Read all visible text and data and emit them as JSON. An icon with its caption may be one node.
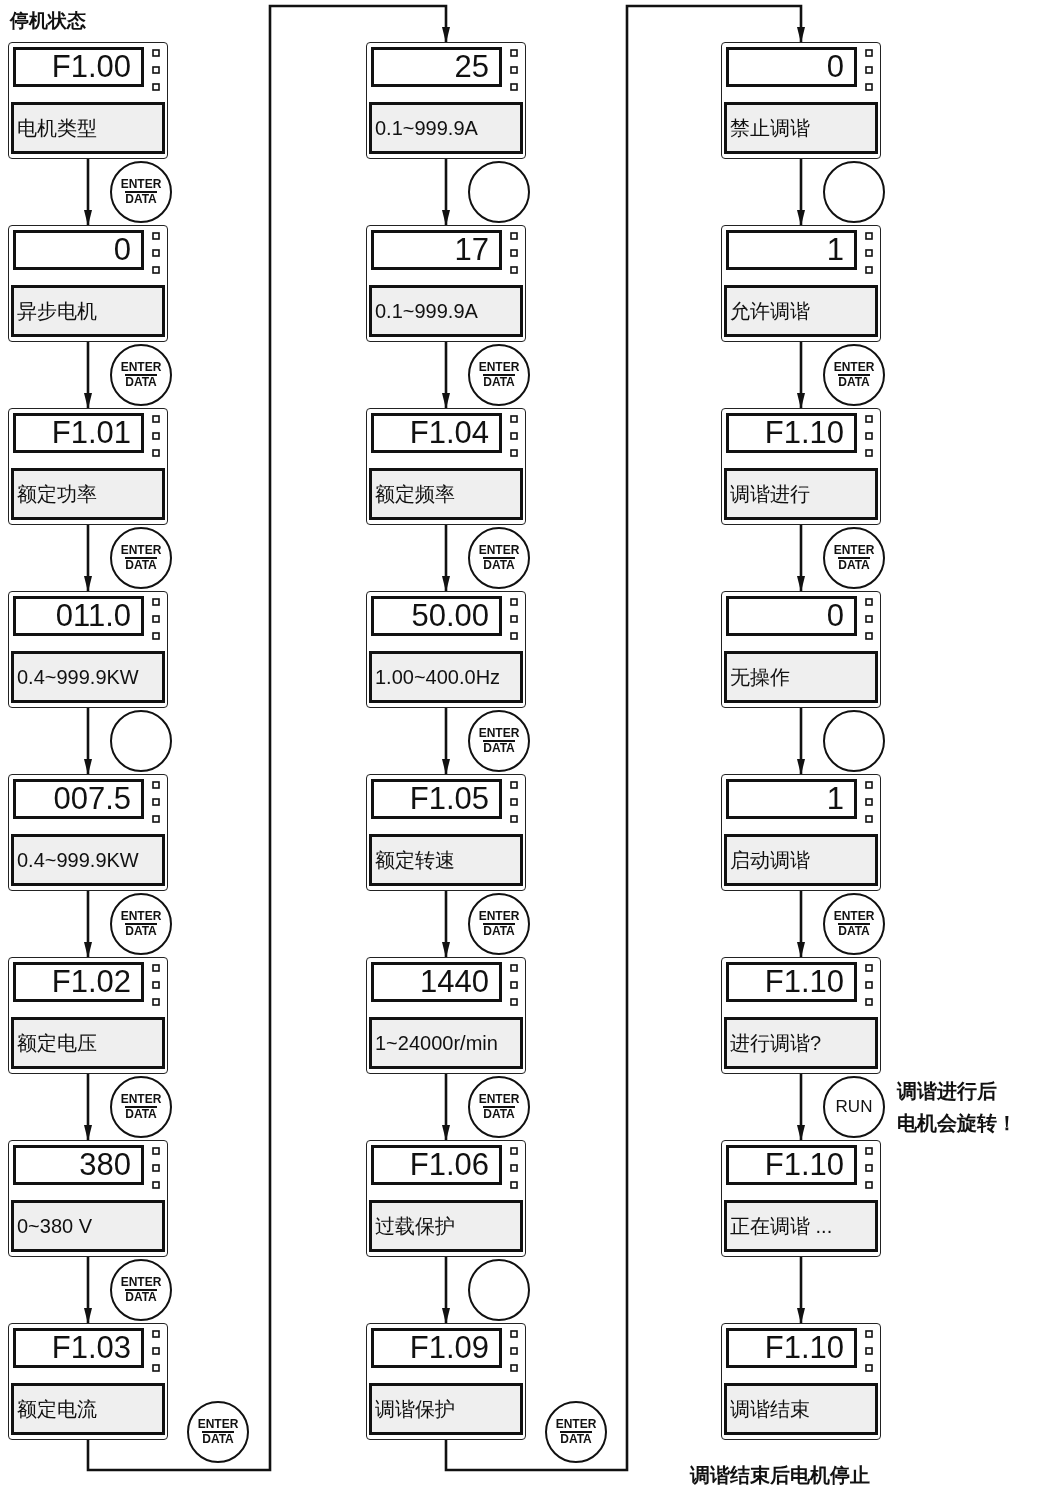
{
  "diagram": {
    "title": "停机状态",
    "nodes": [
      {
        "text": [
          "F1.00",
          "电机类型"
        ]
      },
      {
        "text": [
          "ENTER",
          "DATA"
        ]
      },
      {
        "text": [
          "0",
          "异步电机"
        ]
      },
      {
        "text": [
          "ENTER",
          "DATA"
        ]
      },
      {
        "text": [
          "F1.01",
          "额定功率"
        ]
      },
      {
        "text": [
          "ENTER",
          "DATA"
        ]
      },
      {
        "text": [
          "011.0",
          "0.4~999.9KW"
        ]
      },
      {
        "text": [],
        "shape": "circle"
      },
      {
        "text": [
          "007.5",
          "0.4~999.9KW"
        ]
      },
      {
        "text": [
          "ENTER",
          "DATA"
        ]
      },
      {
        "text": [
          "F1.02",
          "额定电压"
        ]
      },
      {
        "text": [
          "ENTER",
          "DATA"
        ]
      },
      {
        "text": [
          "380",
          "0~380 V"
        ]
      },
      {
        "text": [
          "ENTER",
          "DATA"
        ]
      },
      {
        "text": [
          "F1.03",
          "额定电流"
        ]
      },
      {
        "text": [
          "ENTER",
          "DATA"
        ]
      },
      {
        "text": [
          "25",
          "0.1~999.9A"
        ]
      },
      {
        "text": [],
        "shape": "circle"
      },
      {
        "text": [
          "17",
          "0.1~999.9A"
        ]
      },
      {
        "text": [
          "ENTER",
          "DATA"
        ]
      },
      {
        "text": [
          "F1.04",
          "额定频率"
        ]
      },
      {
        "text": [
          "ENTER",
          "DATA"
        ]
      },
      {
        "text": [
          "50.00",
          "1.00~400.0Hz"
        ]
      },
      {
        "text": [
          "ENTER",
          "DATA"
        ]
      },
      {
        "text": [
          "F1.05",
          "额定转速"
        ]
      },
      {
        "text": [
          "ENTER",
          "DATA"
        ]
      },
      {
        "text": [
          "1440",
          "1~24000r/min"
        ]
      },
      {
        "text": [
          "ENTER",
          "DATA"
        ]
      },
      {
        "text": [
          "F1.06",
          "过载保护"
        ]
      },
      {
        "text": [],
        "shape": "circle"
      },
      {
        "text": [
          "F1.09",
          "调谐保护"
        ]
      },
      {
        "text": [
          "ENTER",
          "DATA"
        ]
      },
      {
        "text": [
          "0",
          "禁止调谐"
        ]
      },
      {
        "text": [],
        "shape": "circle"
      },
      {
        "text": [
          "1",
          "允许调谐"
        ]
      },
      {
        "text": [
          "ENTER",
          "DATA"
        ]
      },
      {
        "text": [
          "F1.10",
          "调谐进行"
        ]
      },
      {
        "text": [
          "ENTER",
          "DATA"
        ]
      },
      {
        "text": [
          "0",
          "无操作"
        ]
      },
      {
        "text": [],
        "shape": "circle"
      },
      {
        "text": [
          "1",
          "启动调谐"
        ]
      },
      {
        "text": [
          "ENTER",
          "DATA"
        ]
      },
      {
        "text": [
          "F1.10",
          "进行调谐?"
        ]
      },
      {
        "text": [
          "RUN"
        ]
      },
      {
        "text": [
          "F1.10",
          "正在调谐 ..."
        ]
      },
      {
        "text": [
          "F1.10",
          "调谐结束"
        ]
      }
    ],
    "edges": [
      {
        "from": 0,
        "to": 2,
        "arrow": "to"
      },
      {
        "from": 2,
        "to": 4,
        "arrow": "to"
      },
      {
        "from": 4,
        "to": 6,
        "arrow": "to"
      },
      {
        "from": 6,
        "to": 8,
        "arrow": "to"
      },
      {
        "from": 8,
        "to": 10,
        "arrow": "to"
      },
      {
        "from": 10,
        "to": 12,
        "arrow": "to"
      },
      {
        "from": 12,
        "to": 14,
        "arrow": "to"
      },
      {
        "from": 14,
        "to": 16,
        "arrow": "to"
      },
      {
        "from": 16,
        "to": 18,
        "arrow": "to"
      },
      {
        "from": 18,
        "to": 20,
        "arrow": "to"
      },
      {
        "from": 20,
        "to": 22,
        "arrow": "to"
      },
      {
        "from": 22,
        "to": 24,
        "arrow": "to"
      },
      {
        "from": 24,
        "to": 26,
        "arrow": "to"
      },
      {
        "from": 26,
        "to": 28,
        "arrow": "to"
      },
      {
        "from": 28,
        "to": 30,
        "arrow": "to"
      },
      {
        "from": 30,
        "to": 32,
        "arrow": "to"
      },
      {
        "from": 32,
        "to": 34,
        "arrow": "to"
      },
      {
        "from": 34,
        "to": 36,
        "arrow": "to"
      },
      {
        "from": 36,
        "to": 38,
        "arrow": "to"
      },
      {
        "from": 38,
        "to": 40,
        "arrow": "to"
      },
      {
        "from": 40,
        "to": 42,
        "arrow": "to"
      },
      {
        "from": 42,
        "to": 44,
        "arrow": "to"
      },
      {
        "from": 44,
        "to": 45,
        "arrow": "to"
      }
    ],
    "labels": [
      "调谐进行后",
      "电机会旋转！",
      "调谐结束后电机停止"
    ]
  }
}
